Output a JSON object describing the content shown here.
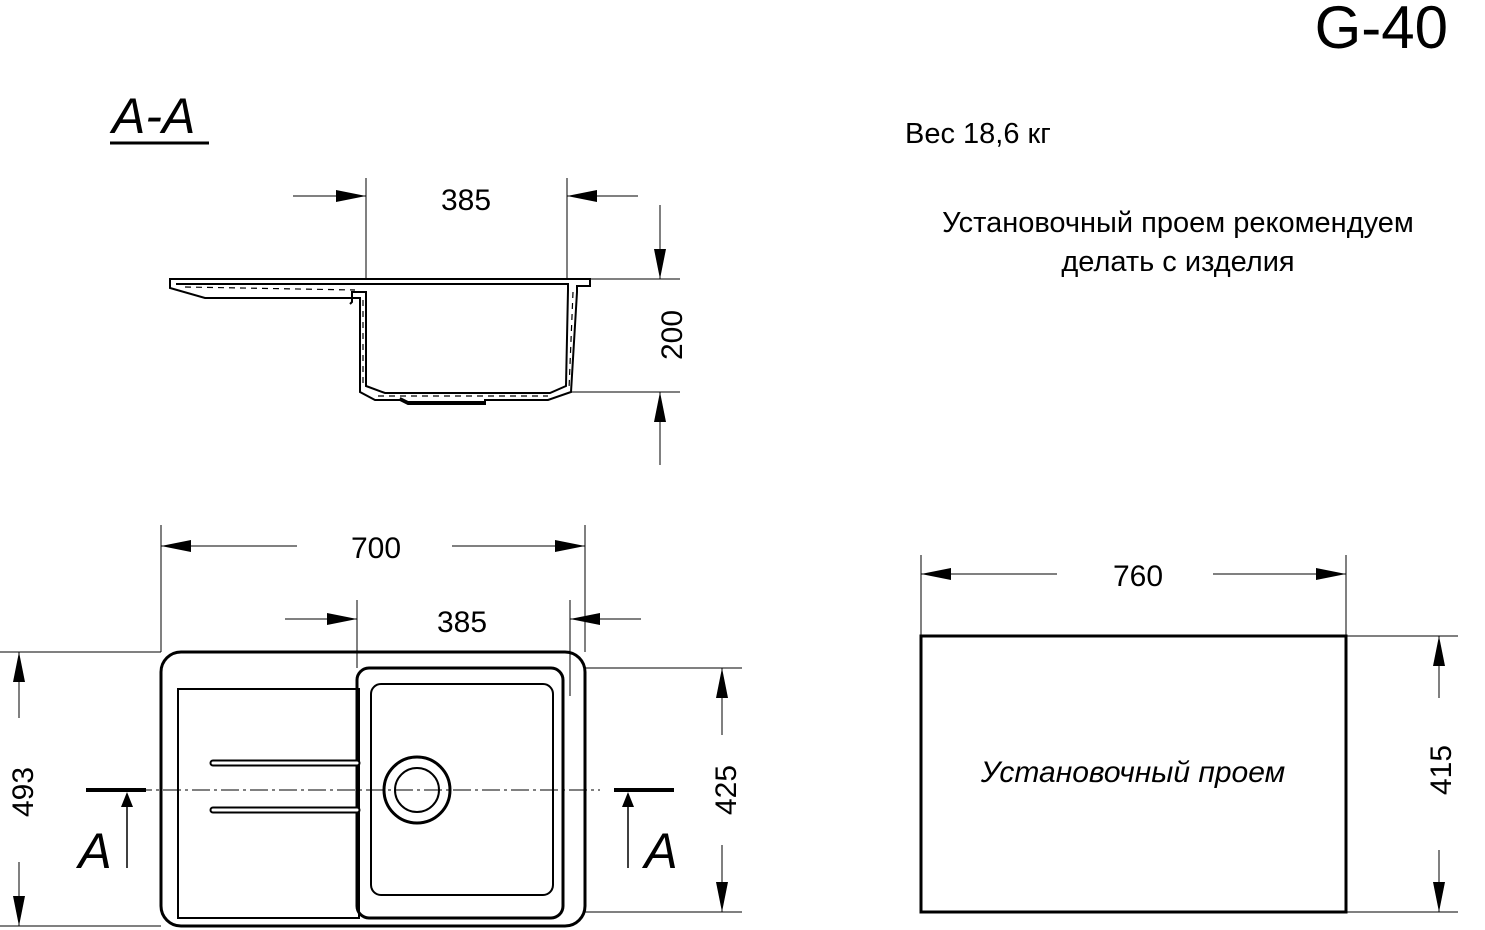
{
  "model": "G-40",
  "section": {
    "title": "A-A",
    "dim_width": "385",
    "dim_depth": "200"
  },
  "notes": {
    "weight": "Вес 18,6 кг",
    "recommendation_line1": "Установочный проем рекомендуем",
    "recommendation_line2": "делать с изделия"
  },
  "plan": {
    "dim_total_width": "700",
    "dim_bowl_width": "385",
    "dim_total_depth": "493",
    "dim_bowl_depth": "425",
    "cut_label_left": "A",
    "cut_label_right": "A"
  },
  "cutout": {
    "label": "Установочный проем",
    "dim_width": "760",
    "dim_height": "415"
  }
}
